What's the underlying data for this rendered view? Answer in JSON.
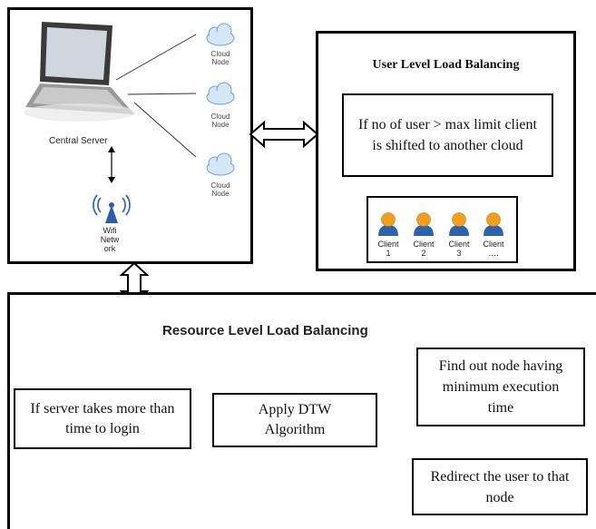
{
  "network_panel": {
    "server_label": "Central Server",
    "cloud_nodes": [
      {
        "label": "Cloud\nNode"
      },
      {
        "label": "Cloud\nNode"
      },
      {
        "label": "Cloud\nNode"
      }
    ],
    "wifi_label": "Wifi\nNetw\nork"
  },
  "user_level": {
    "title": "User Level Load Balancing",
    "rule_text": "If no of user > max limit client is shifted to another cloud",
    "clients": [
      {
        "label": "Client\n1"
      },
      {
        "label": "Client\n2"
      },
      {
        "label": "Client\n3"
      },
      {
        "label": "Client\n…."
      }
    ]
  },
  "resource_level": {
    "title": "Resource Level Load Balancing",
    "step_login": "If server takes more than time to login",
    "step_dtw": "Apply DTW Algorithm",
    "step_find": "Find out node having minimum execution time",
    "step_redirect": "Redirect the user to that node"
  }
}
